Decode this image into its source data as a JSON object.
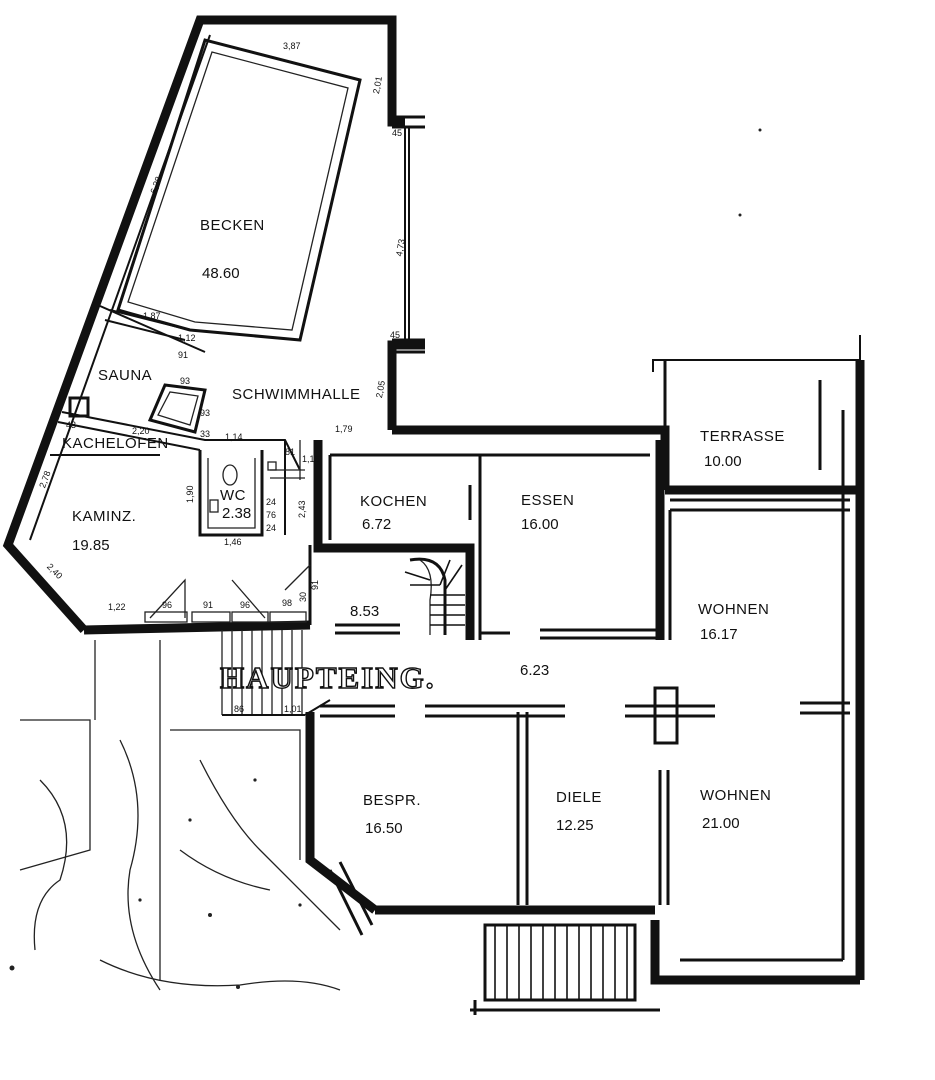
{
  "rooms": {
    "becken": {
      "label": "BECKEN",
      "area": "48.60"
    },
    "sauna": {
      "label": "SAUNA"
    },
    "schwimmhalle": {
      "label": "SCHWIMMHALLE"
    },
    "kachelofen": {
      "label": "KACHELOFEN"
    },
    "wc": {
      "label": "WC",
      "area": "2.38"
    },
    "kaminz": {
      "label": "KAMINZ.",
      "area": "19.85"
    },
    "kochen": {
      "label": "KOCHEN",
      "area": "6.72"
    },
    "essen": {
      "label": "ESSEN",
      "area": "16.00"
    },
    "terrasse": {
      "label": "TERRASSE",
      "area": "10.00"
    },
    "wohnen_upper": {
      "label": "WOHNEN",
      "area": "16.17"
    },
    "stair_area": {
      "area": "8.53"
    },
    "hall": {
      "area": "6.23"
    },
    "bespr": {
      "label": "BESPR.",
      "area": "16.50"
    },
    "diele": {
      "label": "DIELE",
      "area": "12.25"
    },
    "wohnen_lower": {
      "label": "WOHNEN",
      "area": "21.00"
    }
  },
  "entrance_label": "HAUPTEING.",
  "dimensions": {
    "top_width": "3,87",
    "top_right_drop": "2,01",
    "notch_top": "45",
    "right_long": "4,73",
    "notch_mid": "45",
    "right_low": "2,05",
    "diag_left": "6,38",
    "basin_edge": "1,87",
    "basin_corner": "1,12",
    "sauna_a": "91",
    "sauna_b": "93",
    "sauna_c": "93",
    "sauna_d": "33",
    "kachel_w": "2,20",
    "kachel_x": "43",
    "wc_top": "1,14",
    "wc_right": "81",
    "wc_small": "1,15",
    "wc_h": "1,90",
    "wc_bottom": "1,46",
    "wc_side_a": "24",
    "wc_side_b": "76",
    "wc_side_c": "24",
    "kochen_top": "1,79",
    "kochen_side": "2,43",
    "kamin_side": "2,78",
    "kamin_diag": "2,40",
    "front_a": "1,22",
    "front_b": "96",
    "front_c": "91",
    "front_d": "96",
    "front_e": "98",
    "front_f": "30",
    "front_g": "91",
    "entry_a": "86",
    "entry_b": "1,01"
  }
}
